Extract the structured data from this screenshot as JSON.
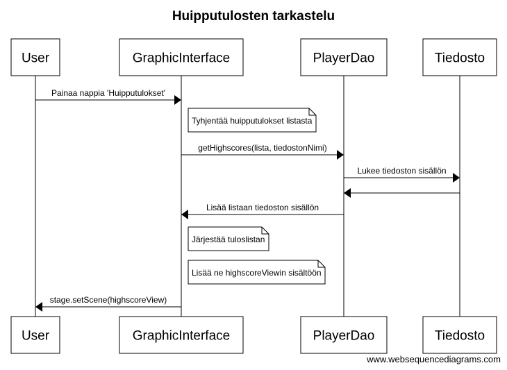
{
  "diagram": {
    "title": "Huipputulosten tarkastelu",
    "participants": [
      {
        "id": "user",
        "label": "User"
      },
      {
        "id": "gui",
        "label": "GraphicInterface"
      },
      {
        "id": "dao",
        "label": "PlayerDao"
      },
      {
        "id": "file",
        "label": "Tiedosto"
      }
    ],
    "steps": [
      {
        "kind": "message",
        "from": "user",
        "to": "gui",
        "label": "Painaa nappia 'Huipputulokset'"
      },
      {
        "kind": "note",
        "over": "gui",
        "label": "Tyhjentää huipputulokset listasta"
      },
      {
        "kind": "message",
        "from": "gui",
        "to": "dao",
        "label": "getHighscores(lista, tiedostonNimi)"
      },
      {
        "kind": "message",
        "from": "dao",
        "to": "file",
        "label": "Lukee tiedoston sisällön"
      },
      {
        "kind": "message",
        "from": "file",
        "to": "dao",
        "label": ""
      },
      {
        "kind": "message",
        "from": "dao",
        "to": "gui",
        "label": "Lisää listaan tiedoston sisällön"
      },
      {
        "kind": "note",
        "over": "gui",
        "label": "Järjestää tuloslistan"
      },
      {
        "kind": "note",
        "over": "gui",
        "label": "Lisää ne highscoreViewin sisältöön"
      },
      {
        "kind": "message",
        "from": "gui",
        "to": "user",
        "label": "stage.setScene(highscoreView)"
      }
    ],
    "watermark": "www.websequencediagrams.com"
  }
}
